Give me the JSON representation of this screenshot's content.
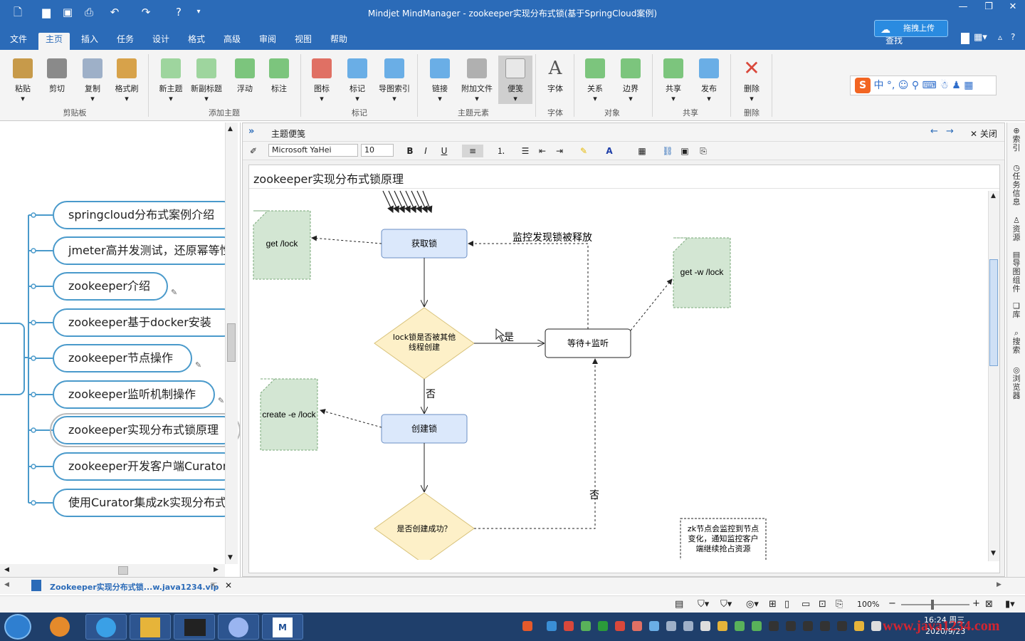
{
  "window": {
    "title": "Mindjet MindManager - zookeeper实现分布式锁(基于SpringCloud案例)"
  },
  "menu": {
    "tabs": [
      "文件",
      "主页",
      "插入",
      "任务",
      "设计",
      "格式",
      "高级",
      "审阅",
      "视图",
      "帮助"
    ],
    "active": "主页",
    "search_label": "查找",
    "cloud_upload": "拖拽上传"
  },
  "ribbon": {
    "buttons": [
      {
        "label": "粘贴",
        "icon": "paste-icon",
        "color": "#c79a4a"
      },
      {
        "label": "剪切",
        "icon": "scissors-icon",
        "color": "#666666"
      },
      {
        "label": "复制",
        "icon": "copy-icon",
        "color": "#7d8fa7"
      },
      {
        "label": "格式刷",
        "icon": "format-painter-icon",
        "color": "#d7a24a"
      },
      {
        "label": "新主题",
        "icon": "new-topic-icon",
        "color": "#59b25a"
      },
      {
        "label": "新副标题",
        "icon": "new-subtopic-icon",
        "color": "#59b25a"
      },
      {
        "label": "浮动",
        "icon": "floating-topic-icon",
        "color": "#59b25a"
      },
      {
        "label": "标注",
        "icon": "callout-icon",
        "color": "#59b25a"
      },
      {
        "label": "图标",
        "icon": "icons-icon",
        "color": "#d9483b"
      },
      {
        "label": "标记",
        "icon": "tag-icon",
        "color": "#3a8fd6"
      },
      {
        "label": "导图索引",
        "icon": "map-index-icon",
        "color": "#3a8fd6"
      },
      {
        "label": "链接",
        "icon": "link-icon",
        "color": "#3a8fd6"
      },
      {
        "label": "附加文件",
        "icon": "attachment-icon",
        "color": "#888888"
      },
      {
        "label": "便笺",
        "icon": "notes-icon",
        "color": "#888888"
      },
      {
        "label": "字体",
        "icon": "font-icon",
        "color": "#555555"
      },
      {
        "label": "关系",
        "icon": "relationship-icon",
        "color": "#59b25a"
      },
      {
        "label": "边界",
        "icon": "boundary-icon",
        "color": "#59b25a"
      },
      {
        "label": "共享",
        "icon": "share-icon",
        "color": "#59b25a"
      },
      {
        "label": "发布",
        "icon": "publish-icon",
        "color": "#3a8fd6"
      },
      {
        "label": "删除",
        "icon": "delete-icon",
        "color": "#d9483b"
      }
    ],
    "groups": [
      "剪贴板",
      "添加主题",
      "标记",
      "主题元素",
      "字体",
      "对象",
      "共享",
      "删除"
    ]
  },
  "ime": {
    "label": "中 °, ☺ ⚲ ⌨ ☃ ♟ ▦"
  },
  "mindmap": {
    "topics": [
      "springcloud分布式案例介绍",
      "jmeter高并发测试，还原幂等性",
      "zookeeper介绍",
      "zookeeper基于docker安装",
      "zookeeper节点操作",
      "zookeeper监听机制操作",
      "zookeeper实现分布式锁原理",
      "zookeeper开发客户端Curator",
      "使用Curator集成zk实现分布式锁"
    ]
  },
  "notes": {
    "pane_title": "主题便笺",
    "close_label": "关闭",
    "font_family": "Microsoft YaHei",
    "font_size": "10",
    "note_title": "zookeeper实现分布式锁原理"
  },
  "diagram": {
    "get_lock": "get /lock",
    "acquire": "获取锁",
    "monitor_release": "监控发现锁被释放",
    "get_watch": "get -w /lock",
    "decision1": [
      "lock锁是否被其他",
      "线程创建"
    ],
    "yes": "是",
    "wait_listen": "等待+监听",
    "no1": "否",
    "create_cmd": "create -e /lock",
    "create_lock": "创建锁",
    "no2": "否",
    "decision2": "是否创建成功？",
    "note": [
      "zk节点会监控到节点",
      "变化，通知监控客户",
      "端继续抢占资源"
    ]
  },
  "sidebar": {
    "items": [
      "索引",
      "任务信息",
      "资源",
      "导图组件",
      "库",
      "搜索",
      "浏览器"
    ]
  },
  "doctab": {
    "label": "Zookeeper实现分布式锁...w.java1234.vip"
  },
  "status": {
    "zoom": "100%"
  },
  "taskbar": {
    "time": "16:24 周三",
    "date": "2020/9/23",
    "watermark": "www.java1234.com"
  }
}
